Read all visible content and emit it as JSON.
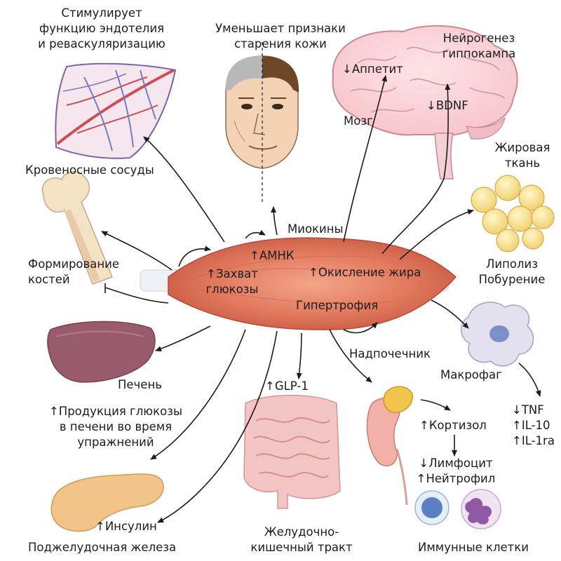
{
  "labels": {
    "vessels_effect": "Стимулирует\nфункцию эндотелия\nи реваскуляризацию",
    "vessels": "Кровеносные сосуды",
    "skin": "Уменьшает признаки\nстарения кожи",
    "appetite": "↓Аппетит",
    "neurogenesis": "Нейрогенез\nгиппокампа",
    "bdnf": "↓BDNF",
    "brain": "Мозг",
    "fat_tissue": "Жировая\nткань",
    "lipolysis": "Липолиз\nПобурение",
    "bone": "Формирование\nкостей",
    "myokines": "Миокины",
    "ampk": "↑АМНК",
    "glucose_uptake": "↑Захват\nглюкозы",
    "fat_oxidation": "↑Окисление жира",
    "hypertrophy": "Гипертрофия",
    "adrenal": "Надпочечник",
    "macrophage": "Макрофаг",
    "liver": "Печень",
    "liver_effect": "↑Продукция глюкозы\nв печени во время\nупражнений",
    "glp1": "↑GLP-1",
    "cortisol": "↑Кортизол",
    "lymph_neutro": "↓Лимфоцит\n↑Нейтрофил",
    "cytokines": "↓TNF\n↑IL-10\n↑IL-1ra",
    "insulin": "↑Инсулин",
    "pancreas": "Поджелудочная железа",
    "gi_tract": "Желудочно-\nкишечный тракт",
    "immune_cells": "Иммунные клетки"
  }
}
